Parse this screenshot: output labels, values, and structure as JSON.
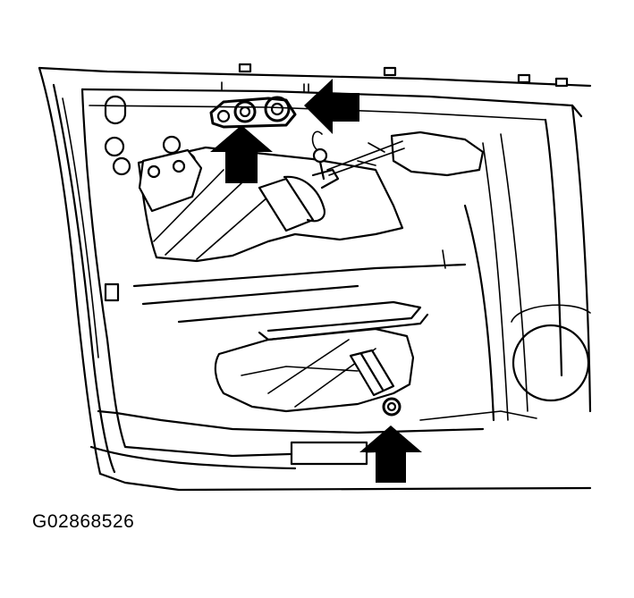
{
  "figure_id": "G02868526",
  "arrows": [
    {
      "name": "arrow-upper-bolt-up",
      "direction": "up"
    },
    {
      "name": "arrow-upper-bolt-left",
      "direction": "left"
    },
    {
      "name": "arrow-lower-nut-up",
      "direction": "up"
    }
  ],
  "colors": {
    "line": "#000000",
    "background": "#ffffff"
  }
}
